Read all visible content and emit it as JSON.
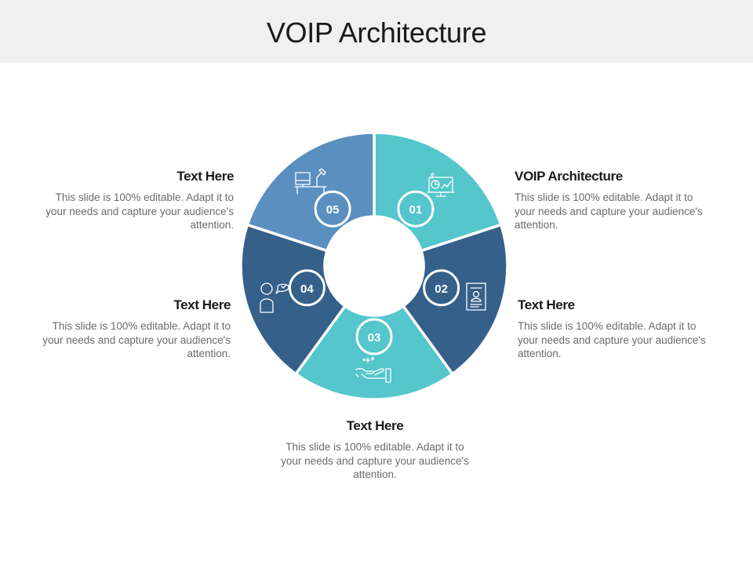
{
  "title": "VOIP Architecture",
  "colors": {
    "teal": "#54c6cc",
    "steel_blue": "#5a8fc0",
    "navy": "#35608a",
    "header_bg": "#f0f0f0"
  },
  "segments": [
    {
      "number": "01",
      "color": "#54c6cc",
      "icon": "presentation-chart-icon"
    },
    {
      "number": "02",
      "color": "#35608a",
      "icon": "resume-document-icon"
    },
    {
      "number": "03",
      "color": "#54c6cc",
      "icon": "hand-sparkle-icon"
    },
    {
      "number": "04",
      "color": "#35608a",
      "icon": "user-chat-icon"
    },
    {
      "number": "05",
      "color": "#5a8fc0",
      "icon": "desk-workstation-icon"
    }
  ],
  "blocks": [
    {
      "heading": "VOIP Architecture",
      "body": "This slide is 100% editable. Adapt it to your needs and capture your audience's attention."
    },
    {
      "heading": "Text Here",
      "body": "This slide is 100% editable. Adapt it to your needs and capture your audience's attention."
    },
    {
      "heading": "Text Here",
      "body": "This slide is 100% editable. Adapt it to your needs and capture your audience's attention."
    },
    {
      "heading": "Text Here",
      "body": "This slide is 100% editable. Adapt it to your needs and capture your audience's attention."
    },
    {
      "heading": "Text Here",
      "body": "This slide is 100% editable. Adapt it to your needs and capture your audience's attention."
    }
  ]
}
